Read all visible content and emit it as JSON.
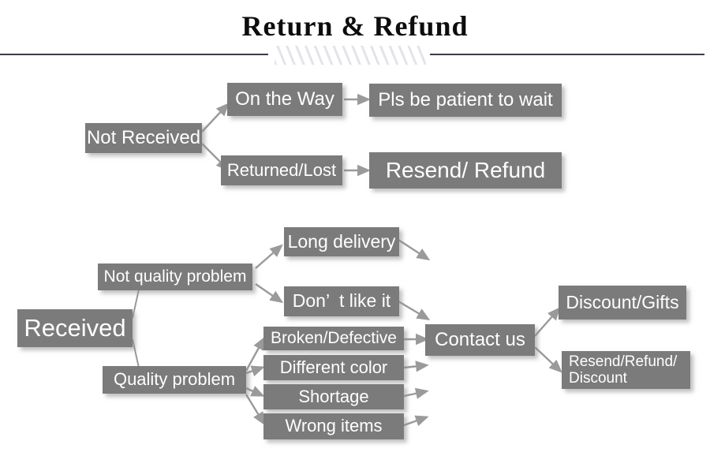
{
  "header": {
    "title": "Return & Refund",
    "divider_icon": "hatched-divider"
  },
  "colors": {
    "node_fill": "#7b7b7b",
    "node_text": "#ffffff",
    "arrow": "#9a9a9a",
    "rule": "#3c3c46",
    "hatch": "#e2e4e8",
    "background": "#ffffff",
    "title_text": "#0d0d0d"
  },
  "diagram": {
    "type": "flowchart",
    "branches": [
      {
        "root": "Not Received",
        "children": [
          {
            "label": "On the Way",
            "outcome": "Pls be patient to wait"
          },
          {
            "label": "Returned/Lost",
            "outcome": "Resend/ Refund"
          }
        ]
      },
      {
        "root": "Received",
        "children": [
          {
            "label": "Not quality problem",
            "reasons": [
              "Long delivery",
              "Don’  t like it"
            ]
          },
          {
            "label": "Quality problem",
            "reasons": [
              "Broken/Defective",
              "Different color",
              "Shortage",
              "Wrong items"
            ]
          }
        ],
        "hub": "Contact us",
        "resolutions": [
          "Discount/Gifts",
          "Resend/Refund/\nDiscount"
        ]
      }
    ]
  },
  "nodes": {
    "not_received": "Not Received",
    "on_the_way": "On the Way",
    "returned_lost": "Returned/Lost",
    "pls_be_patient": "Pls be patient to wait",
    "resend_refund": "Resend/ Refund",
    "received": "Received",
    "not_quality_problem": "Not quality problem",
    "quality_problem": "Quality problem",
    "long_delivery": "Long delivery",
    "dont_like_it": "Don’  t like it",
    "broken_defective": "Broken/Defective",
    "different_color": "Different color",
    "shortage": "Shortage",
    "wrong_items": "Wrong items",
    "contact_us": "Contact us",
    "discount_gifts": "Discount/Gifts",
    "resend_refund_discount": "Resend/Refund/\nDiscount"
  }
}
